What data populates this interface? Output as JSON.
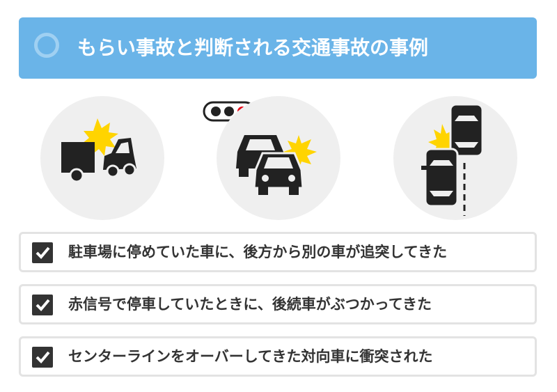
{
  "header": {
    "title": "もらい事故と判断される交通事故の事例"
  },
  "illustrations": [
    {
      "icon": "truck-rear-end-collision-icon"
    },
    {
      "icon": "traffic-signal-rear-end-collision-icon"
    },
    {
      "icon": "centerline-head-on-collision-icon"
    }
  ],
  "checklist": [
    {
      "text": "駐車場に停めていた車に、後方から別の車が追突してきた"
    },
    {
      "text": "赤信号で停車していたときに、後続車がぶつかってきた"
    },
    {
      "text": "センターラインをオーバーしてきた対向車に衝突された"
    }
  ],
  "colors": {
    "banner": "#6ab4e8",
    "ring": "#9fd0f2",
    "impact": "#ffd400",
    "signal_red": "#e60012",
    "text": "#333333"
  }
}
